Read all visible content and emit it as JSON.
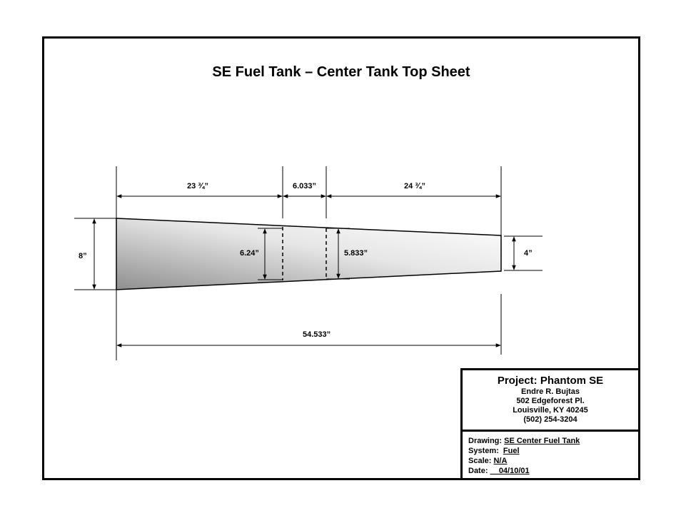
{
  "title": "SE Fuel Tank – Center Tank Top Sheet",
  "dimensions": {
    "seg1": "23 ¾”",
    "seg2": "6.033”",
    "seg3": "24 ¾”",
    "left_height": "8”",
    "mid_height_1": "6.24”",
    "mid_height_2": "5.833”",
    "right_height": "4”",
    "total_length": "54.533”"
  },
  "title_block": {
    "project": "Project: Phantom SE",
    "name": "Endre R. Bujtas",
    "address1": "502 Edgeforest Pl.",
    "address2": "Louisville, KY 40245",
    "phone": "(502) 254-3204",
    "drawing_label": "Drawing:",
    "drawing_value": "SE Center Fuel Tank",
    "system_label": "System:",
    "system_value": "Fuel",
    "scale_label": "Scale:",
    "scale_value": "N/A",
    "date_label": "Date:",
    "date_value": "__04/10/01"
  },
  "colors": {
    "gradient_dark": "#9a9a9a",
    "gradient_light": "#ffffff",
    "line": "#000000"
  }
}
